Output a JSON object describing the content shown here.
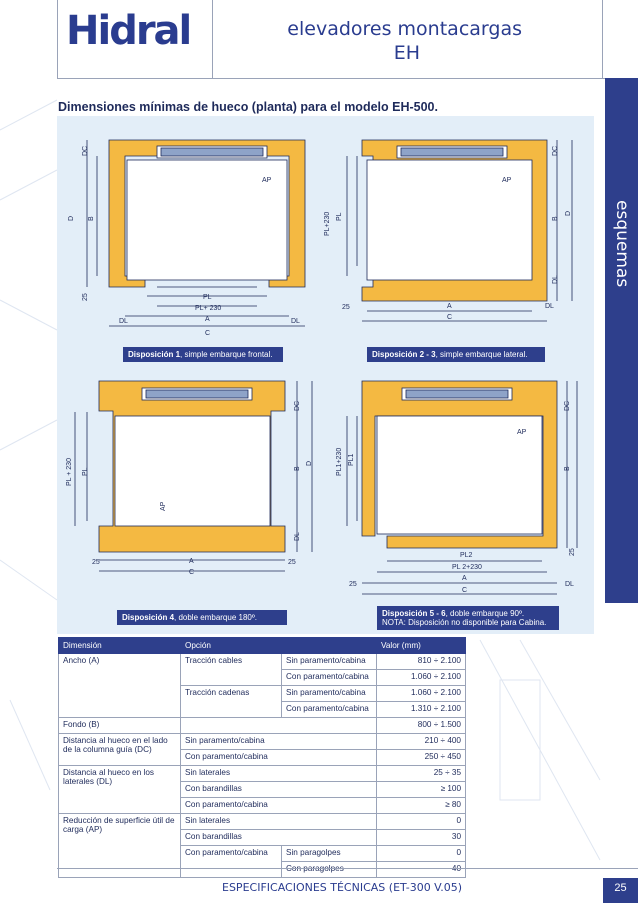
{
  "header": {
    "logo_text": "Hidral",
    "title_line1": "elevadores montacargas",
    "title_line2": "EH"
  },
  "side_tab": {
    "label": "esquemas"
  },
  "section": {
    "title": "Dimensiones mínimas de hueco (planta) para el modelo EH-500."
  },
  "diagrams": {
    "d1": {
      "caption_bold": "Disposición 1",
      "caption_rest": ", simple embarque frontal."
    },
    "d2": {
      "caption_bold": "Disposición 2 - 3",
      "caption_rest": ", simple embarque lateral."
    },
    "d4": {
      "caption_bold": "Disposición 4",
      "caption_rest": ", doble embarque 180º."
    },
    "d5": {
      "caption_bold": "Disposición 5 - 6",
      "caption_rest": ", doble embarque 90º.",
      "note": "NOTA: Disposición no disponible para Cabina."
    },
    "labels": {
      "ap": "AP",
      "pl": "PL",
      "pl230": "PL+ 230",
      "pl_230": "PL+230",
      "pl_230b": "PL + 230",
      "pl1": "PL1",
      "pl1_230": "PL1+230",
      "pl2": "PL2",
      "pl2_230": "PL 2+230",
      "a": "A",
      "b": "B",
      "c": "C",
      "d": "D",
      "dc": "DC",
      "dl": "DL",
      "n25": "25"
    }
  },
  "table": {
    "headers": [
      "Dimensión",
      "Opción",
      "Valor (mm)"
    ],
    "rows": {
      "ancho": {
        "dim": "Ancho (A)",
        "op1": "Tracción cables",
        "op2": "Tracción cadenas",
        "sin": "Sin paramento/cabina",
        "con": "Con paramento/cabina",
        "v1": "810 ÷ 2.100",
        "v2": "1.060 ÷ 2.100",
        "v3": "1.060 ÷ 2.100",
        "v4": "1.310 ÷ 2.100"
      },
      "fondo": {
        "dim": "Fondo (B)",
        "v": "800 ÷ 1.500"
      },
      "dc": {
        "dim": "Distancia al hueco en el lado de la columna guía (DC)",
        "sin": "Sin paramento/cabina",
        "con": "Con paramento/cabina",
        "v1": "210 ÷   400",
        "v2": "250 ÷   450"
      },
      "dl": {
        "dim": "Distancia al hueco en los laterales (DL)",
        "o1": "Sin laterales",
        "o2": "Con barandillas",
        "o3": "Con paramento/cabina",
        "v1": "25 ÷    35",
        "v2": "≥ 100",
        "v3": "≥ 80"
      },
      "ap": {
        "dim": "Reducción de superficie útil de carga (AP)",
        "o1": "Sin laterales",
        "o2": "Con barandillas",
        "o3": "Con paramento/cabina",
        "s1": "Sin paragolpes",
        "s2": "Con paragolpes",
        "v1": "0",
        "v2": "30",
        "v3": "0",
        "v4": "40"
      }
    }
  },
  "footer": {
    "text": "ESPECIFICACIONES TÉCNICAS (ET-300 V.05)",
    "page": "25"
  },
  "colors": {
    "brand": "#2e3f8c",
    "wall": "#f4b942",
    "panel": "#e3eef8"
  }
}
